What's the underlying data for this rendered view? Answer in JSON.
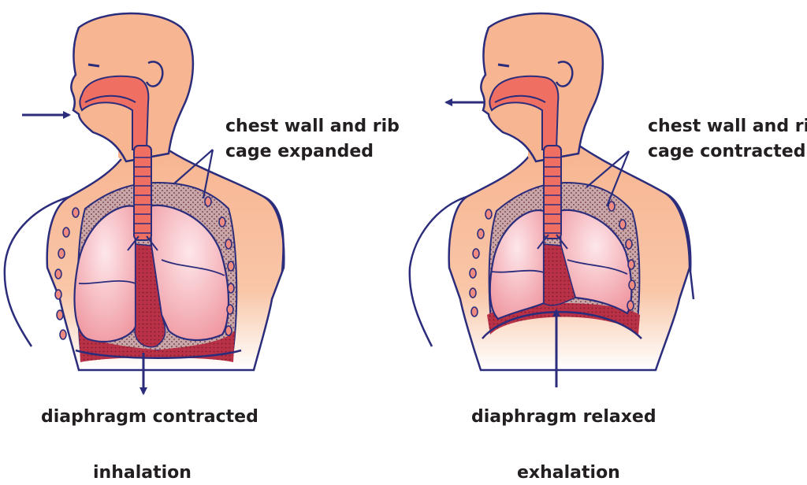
{
  "inhalation": {
    "chest_label_line1": "chest wall and rib",
    "chest_label_line2": "cage expanded",
    "diaphragm_label": "diaphragm contracted",
    "caption": "inhalation"
  },
  "exhalation": {
    "chest_label_line1": "chest wall and rib",
    "chest_label_line2": "cage contracted",
    "diaphragm_label": "diaphragm relaxed",
    "caption": "exhalation"
  },
  "colors": {
    "skin": "#f8b994",
    "outline": "#2b2d7c",
    "airway": "#ef6f63",
    "lung": "#f3a2a6",
    "cavity": "#c23a4c"
  }
}
